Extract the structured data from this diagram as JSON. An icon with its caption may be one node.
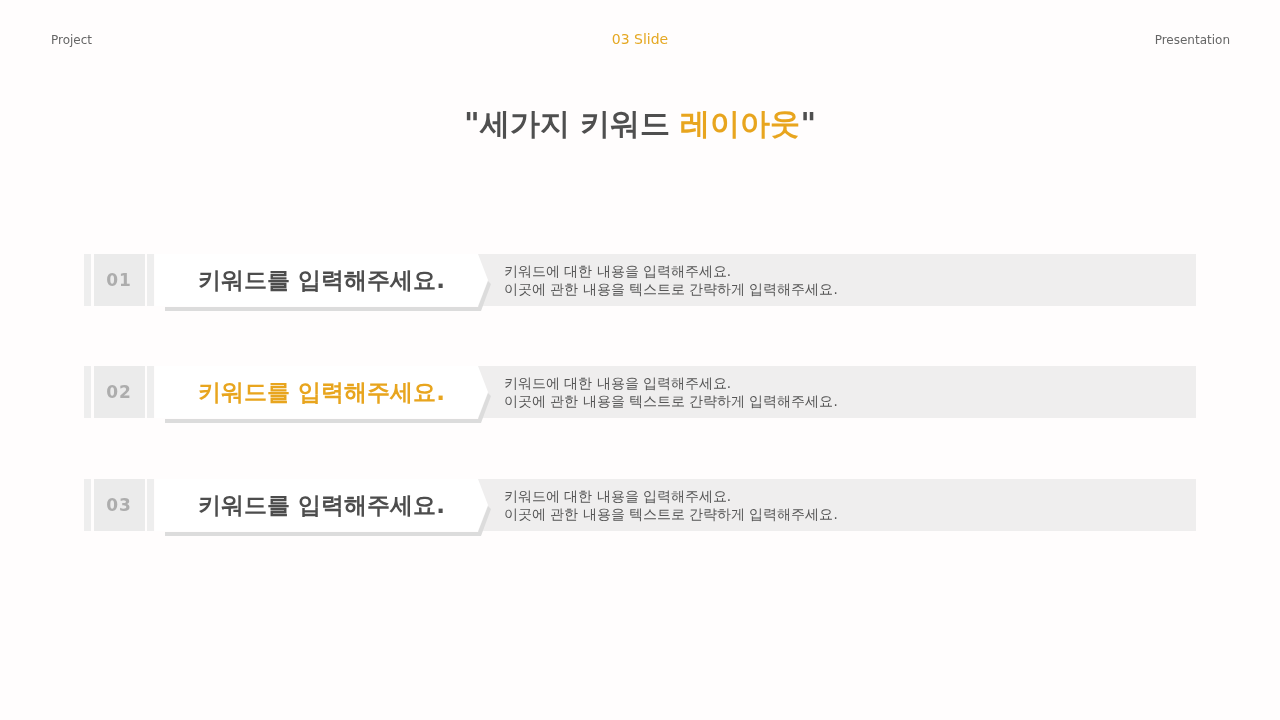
{
  "diagram": {
    "title": "\"세가지 키워드 **레이아웃**\"",
    "nodes": [
      {
        "text": [
          "01"
        ]
      },
      {
        "text": [
          "키워드를 입력해주세요."
        ]
      },
      {
        "text": [
          "키워드에 대한 내용을 입력해주세요.",
          "이곳에 관한 내용을 텍스트로 간략하게 입력해주세요."
        ]
      },
      {
        "text": [
          "02"
        ]
      },
      {
        "text": [
          "키워드를 입력해주세요."
        ]
      },
      {
        "text": [
          "키워드에 대한 내용을 입력해주세요.",
          "이곳에 관한 내용을 텍스트로 간략하게 입력해주세요."
        ]
      },
      {
        "text": [
          "03"
        ]
      },
      {
        "text": [
          "키워드를 입력해주세요."
        ]
      },
      {
        "text": [
          "키워드에 대한 내용을 입력해주세요.",
          "이곳에 관한 내용을 텍스트로 간략하게 입력해주세요."
        ]
      }
    ],
    "labels": [
      "Project",
      "03 Slide",
      "Presentation"
    ]
  }
}
